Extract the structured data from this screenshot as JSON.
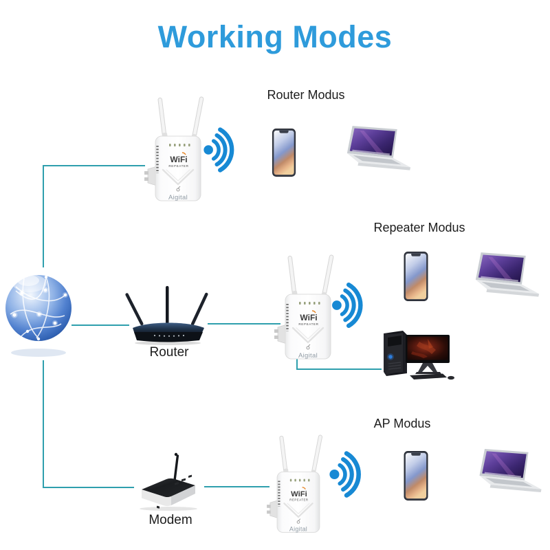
{
  "title": {
    "text": "Working Modes"
  },
  "modes": {
    "router": {
      "label": "Router Modus"
    },
    "repeater": {
      "label": "Repeater Modus"
    },
    "ap": {
      "label": "AP Modus"
    }
  },
  "device_labels": {
    "router": "Router",
    "modem": "Modem"
  },
  "repeater_device": {
    "logo": "WiFi",
    "logo_sub": "REPEATER",
    "brand": "Aigital"
  },
  "colors": {
    "title_blue": "#2E9BDB",
    "wifi_blue": "#1789D4",
    "line_teal": "#2E9FAD"
  }
}
